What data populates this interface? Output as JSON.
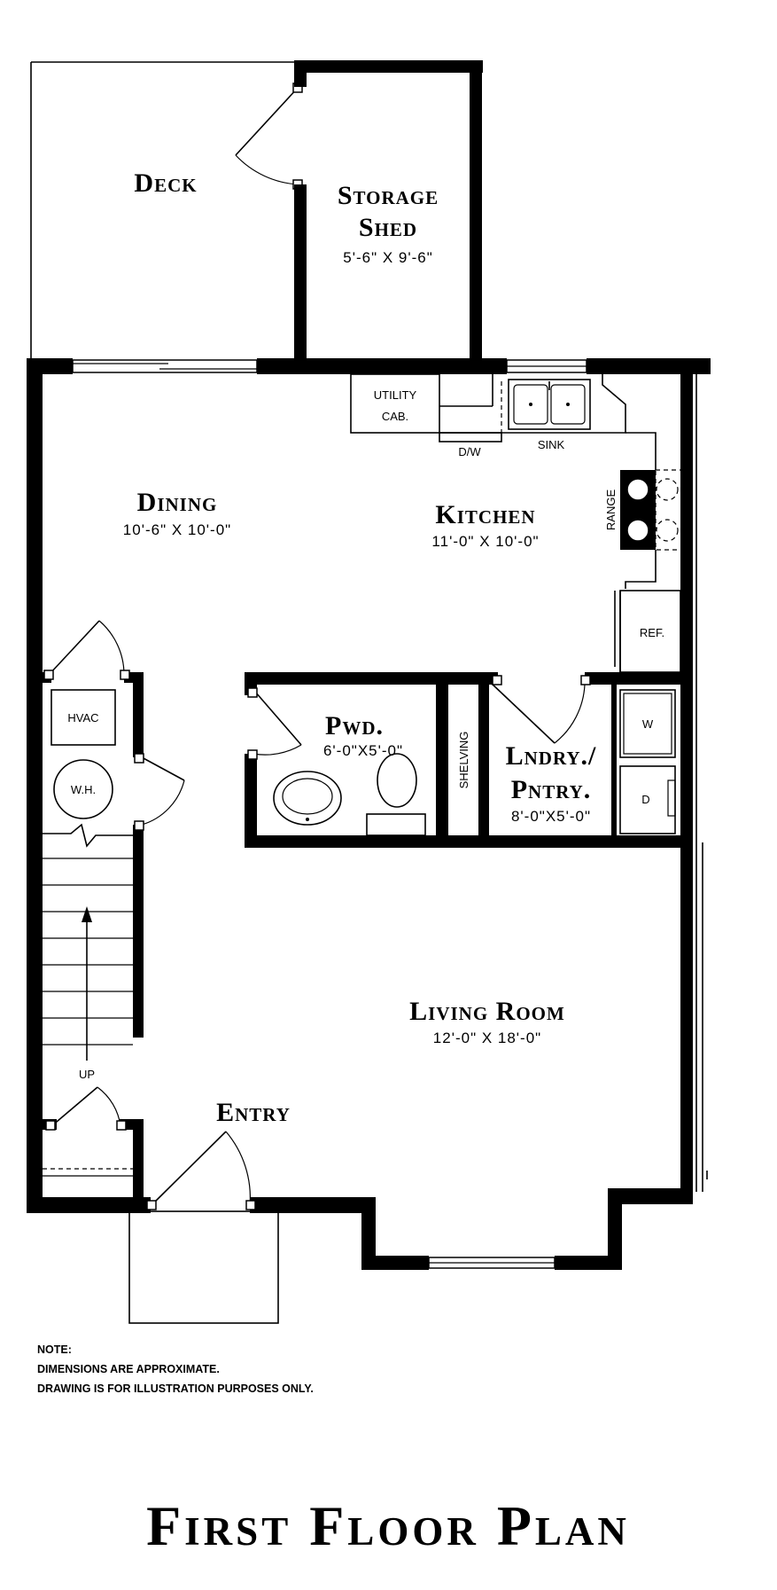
{
  "plan": {
    "title": "First Floor Plan",
    "rooms": {
      "deck": {
        "name": "Deck"
      },
      "storage_shed": {
        "name_line1": "Storage",
        "name_line2": "Shed",
        "dims": "5'-6\" X 9'-6\""
      },
      "dining": {
        "name": "Dining",
        "dims": "10'-6\" X 10'-0\""
      },
      "kitchen": {
        "name": "Kitchen",
        "dims": "11'-0\" X 10'-0\""
      },
      "powder": {
        "name": "Pwd.",
        "dims": "6'-0\"X5'-0\""
      },
      "laundry": {
        "name_line1": "Lndry./",
        "name_line2": "Pntry.",
        "dims": "8'-0\"X5'-0\""
      },
      "living": {
        "name": "Living Room",
        "dims": "12'-0\" X 18'-0\""
      },
      "entry": {
        "name": "Entry"
      }
    },
    "fixtures": {
      "utility_line1": "UTILITY",
      "utility_line2": "CAB.",
      "dw": "D/W",
      "sink": "SINK",
      "range": "RANGE",
      "ref": "REF.",
      "hvac": "HVAC",
      "wh": "W.H.",
      "shelving": "SHELVING",
      "washer": "W",
      "dryer": "D",
      "up": "UP"
    },
    "notes": [
      "NOTE:",
      "DIMENSIONS ARE APPROXIMATE.",
      "DRAWING IS FOR ILLUSTRATION PURPOSES ONLY."
    ]
  }
}
